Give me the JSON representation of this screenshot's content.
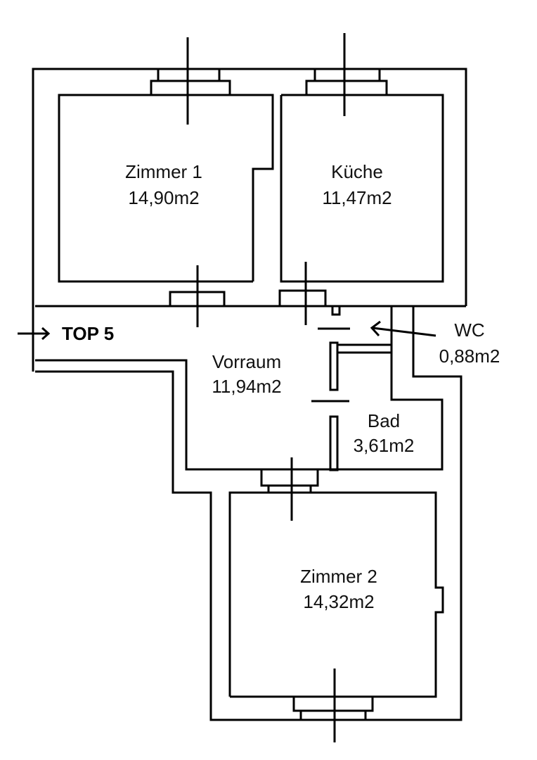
{
  "unit_label": "TOP 5",
  "rooms": {
    "zimmer1": {
      "name": "Zimmer 1",
      "area": "14,90m2"
    },
    "kueche": {
      "name": "Küche",
      "area": "11,47m2"
    },
    "vorraum": {
      "name": "Vorraum",
      "area": "11,94m2"
    },
    "wc": {
      "name": "WC",
      "area": "0,88m2"
    },
    "bad": {
      "name": "Bad",
      "area": "3,61m2"
    },
    "zimmer2": {
      "name": "Zimmer 2",
      "area": "14,32m2"
    }
  }
}
